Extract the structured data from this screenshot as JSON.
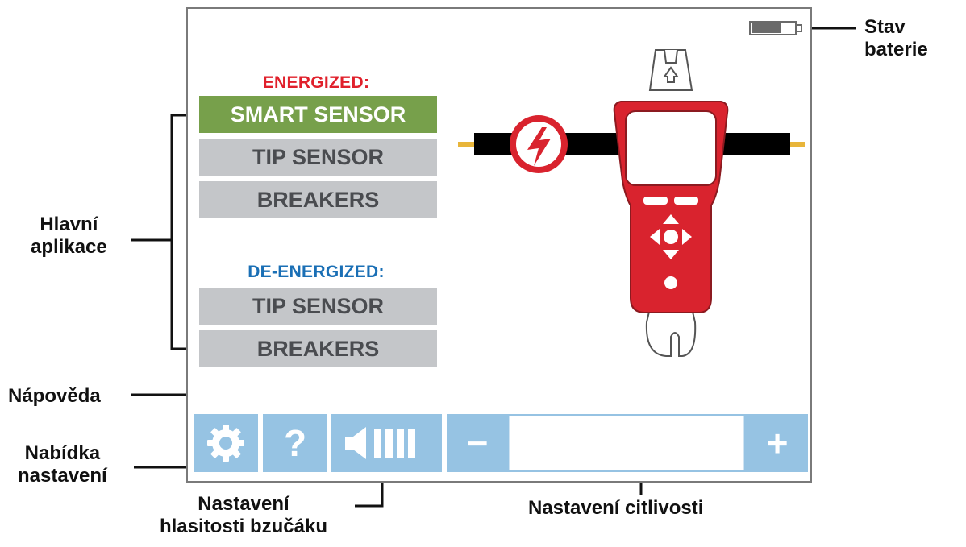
{
  "callouts": {
    "battery_line1": "Stav",
    "battery_line2": "baterie",
    "main_apps_line1": "Hlavní",
    "main_apps_line2": "aplikace",
    "help": "Nápověda",
    "settings_line1": "Nabídka",
    "settings_line2": "nastavení",
    "volume_line1": "Nastavení",
    "volume_line2": "hlasitosti bzučáku",
    "sensitivity": "Nastavení citlivosti"
  },
  "screen": {
    "energized_heading": "ENERGIZED:",
    "deenergized_heading": "DE-ENERGIZED:",
    "energized_apps": [
      "SMART SENSOR",
      "TIP SENSOR",
      "BREAKERS"
    ],
    "deenergized_apps": [
      "TIP SENSOR",
      "BREAKERS"
    ],
    "selected_app": "SMART SENSOR"
  },
  "toolbar": {
    "help_label": "?",
    "minus_label": "−",
    "plus_label": "+"
  },
  "icons": {
    "battery": "battery-icon",
    "settings": "gear-icon",
    "volume": "speaker-volume-icon",
    "hazard": "lightning-hazard-icon"
  },
  "colors": {
    "energized": "#e0202b",
    "deenergized": "#1a6fb5",
    "selected_button": "#77a04b",
    "button": "#c4c6c9",
    "toolbar": "#96c3e3",
    "device": "#d9232e"
  }
}
